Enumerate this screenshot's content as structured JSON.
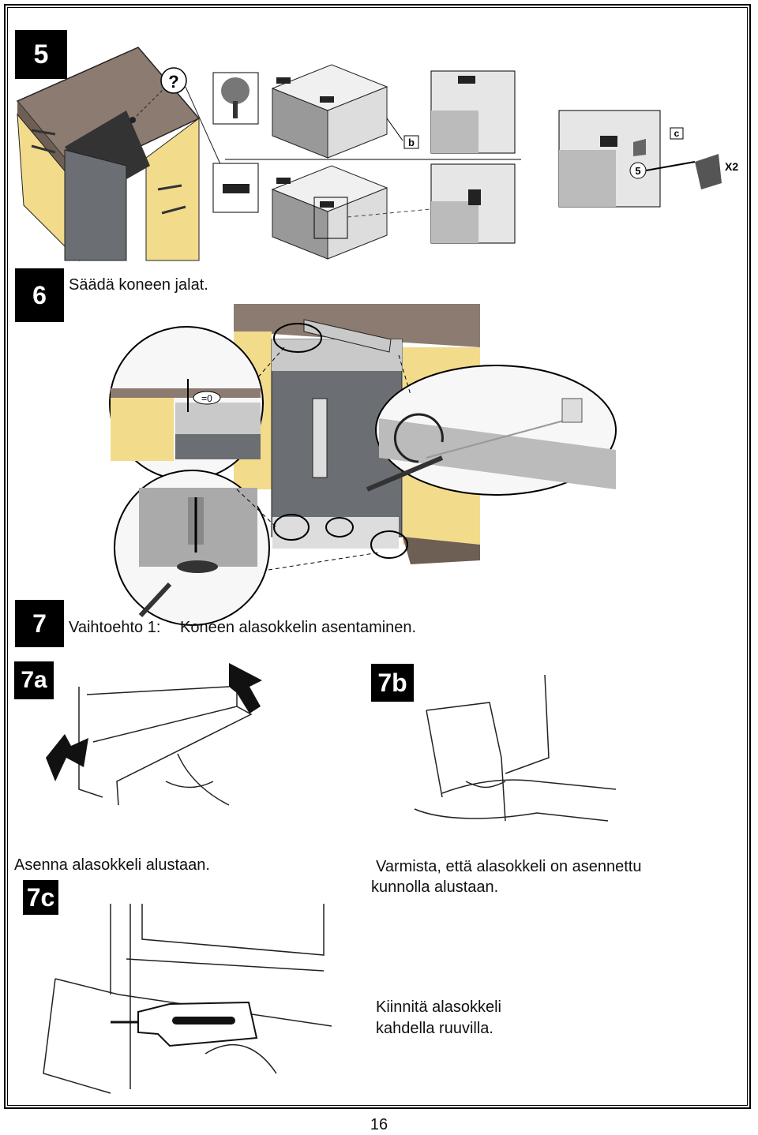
{
  "steps": {
    "s5": {
      "badge": "5",
      "label_b": "b",
      "label_c": "c",
      "label_q": "?",
      "label_x2": "X2",
      "label_num5": "5"
    },
    "s6": {
      "badge": "6",
      "text": "Säädä koneen jalat.",
      "level_label": "=0"
    },
    "s7": {
      "badge": "7",
      "option_label": "Vaihtoehto 1:",
      "text": "Koneen alasokkelin asentaminen."
    },
    "s7a": {
      "badge": "7a",
      "caption": "Asenna alasokkeli alustaan."
    },
    "s7b": {
      "badge": "7b",
      "caption_line1": "Varmista, että alasokkeli on asennettu",
      "caption_line2": "kunnolla alustaan."
    },
    "s7c": {
      "badge": "7c",
      "caption_line1": "Kiinnitä alasokkeli",
      "caption_line2": "kahdella ruuvilla."
    }
  },
  "page_number": "16",
  "colors": {
    "worktop": "#8c7b70",
    "cabinet": "#f2dc8c",
    "appliance": "#6b6e72",
    "panel": "#c9c9c9",
    "badge": "#000000"
  }
}
